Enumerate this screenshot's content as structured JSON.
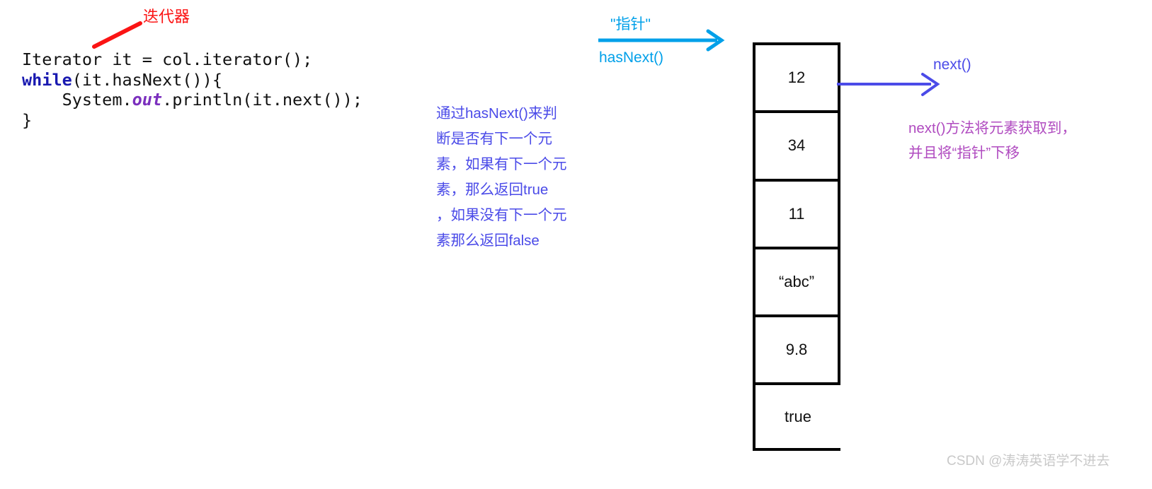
{
  "code": {
    "line1_pre": "Iterator it = col.iterator();",
    "line2_kw": "while",
    "line2_rest": "(it.hasNext()){",
    "line3_pre": "    System.",
    "line3_field": "out",
    "line3_post": ".println(it.next());",
    "line4": "}"
  },
  "annotations": {
    "red_label": "迭代器",
    "blue_note": "通过hasNext()来判\n断是否有下一个元\n素，如果有下一个元\n素，那么返回true\n，如果没有下一个元\n素那么返回false",
    "cyan_top_label": "\"指针\"",
    "cyan_bottom_label": "hasNext()",
    "next_label": "next()",
    "purple_note": "next()方法将元素获取到，\n并且将“指针”下移"
  },
  "collection": {
    "cells": [
      {
        "value": "12"
      },
      {
        "value": "34"
      },
      {
        "value": "11"
      },
      {
        "value": "“abc”"
      },
      {
        "value": "9.8"
      },
      {
        "value": "true"
      }
    ]
  },
  "watermark": {
    "text": "CSDN @涛涛英语学不进去"
  },
  "colors": {
    "red": "#fb1414",
    "blue": "#4b4be8",
    "cyan": "#00a0e9",
    "purple": "#b04bc0",
    "keyword_blue": "#1919b0",
    "field_purple": "#7b2fbe",
    "box_border": "#000000",
    "watermark_gray": "#c9c9c9"
  }
}
